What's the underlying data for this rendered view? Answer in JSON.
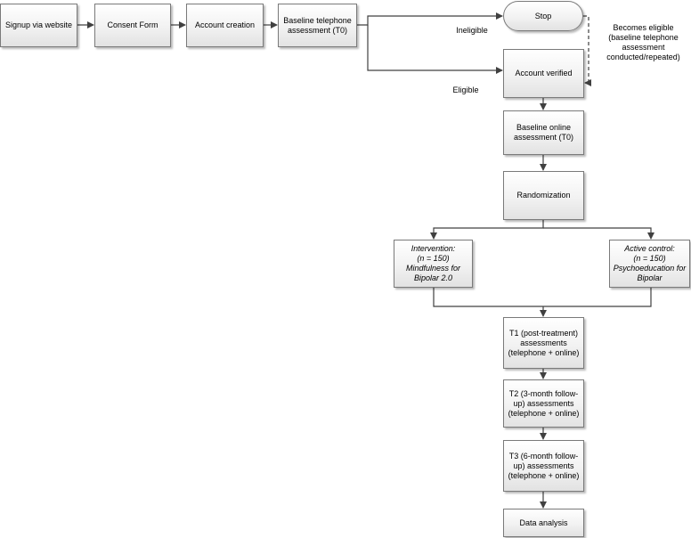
{
  "nodes": {
    "signup": "Signup via website",
    "consent": "Consent Form",
    "account_creation": "Account creation",
    "baseline_telephone": "Baseline telephone\nassessment (T0)",
    "stop": "Stop",
    "account_verified": "Account verified",
    "baseline_online": "Baseline online\nassessment (T0)",
    "randomization": "Randomization",
    "intervention": "Intervention:\n(n = 150)\nMindfulness for\nBipolar 2.0",
    "active_control": "Active control:\n(n = 150)\nPsychoeducation for\nBipolar",
    "t1": "T1 (post-treatment)\nassessments\n(telephone + online)",
    "t2": "T2 (3-month follow-\nup) assessments\n(telephone + online)",
    "t3": "T3 (6-month follow-\nup) assessments\n(telephone + online)",
    "data_analysis": "Data analysis"
  },
  "labels": {
    "ineligible": "Ineligible",
    "eligible": "Eligible",
    "becomes_eligible": "Becomes eligible\n(baseline telephone\nassessment\nconducted/repeated)"
  },
  "colors": {
    "line": "#404040",
    "box_border": "#7a7a7a"
  }
}
